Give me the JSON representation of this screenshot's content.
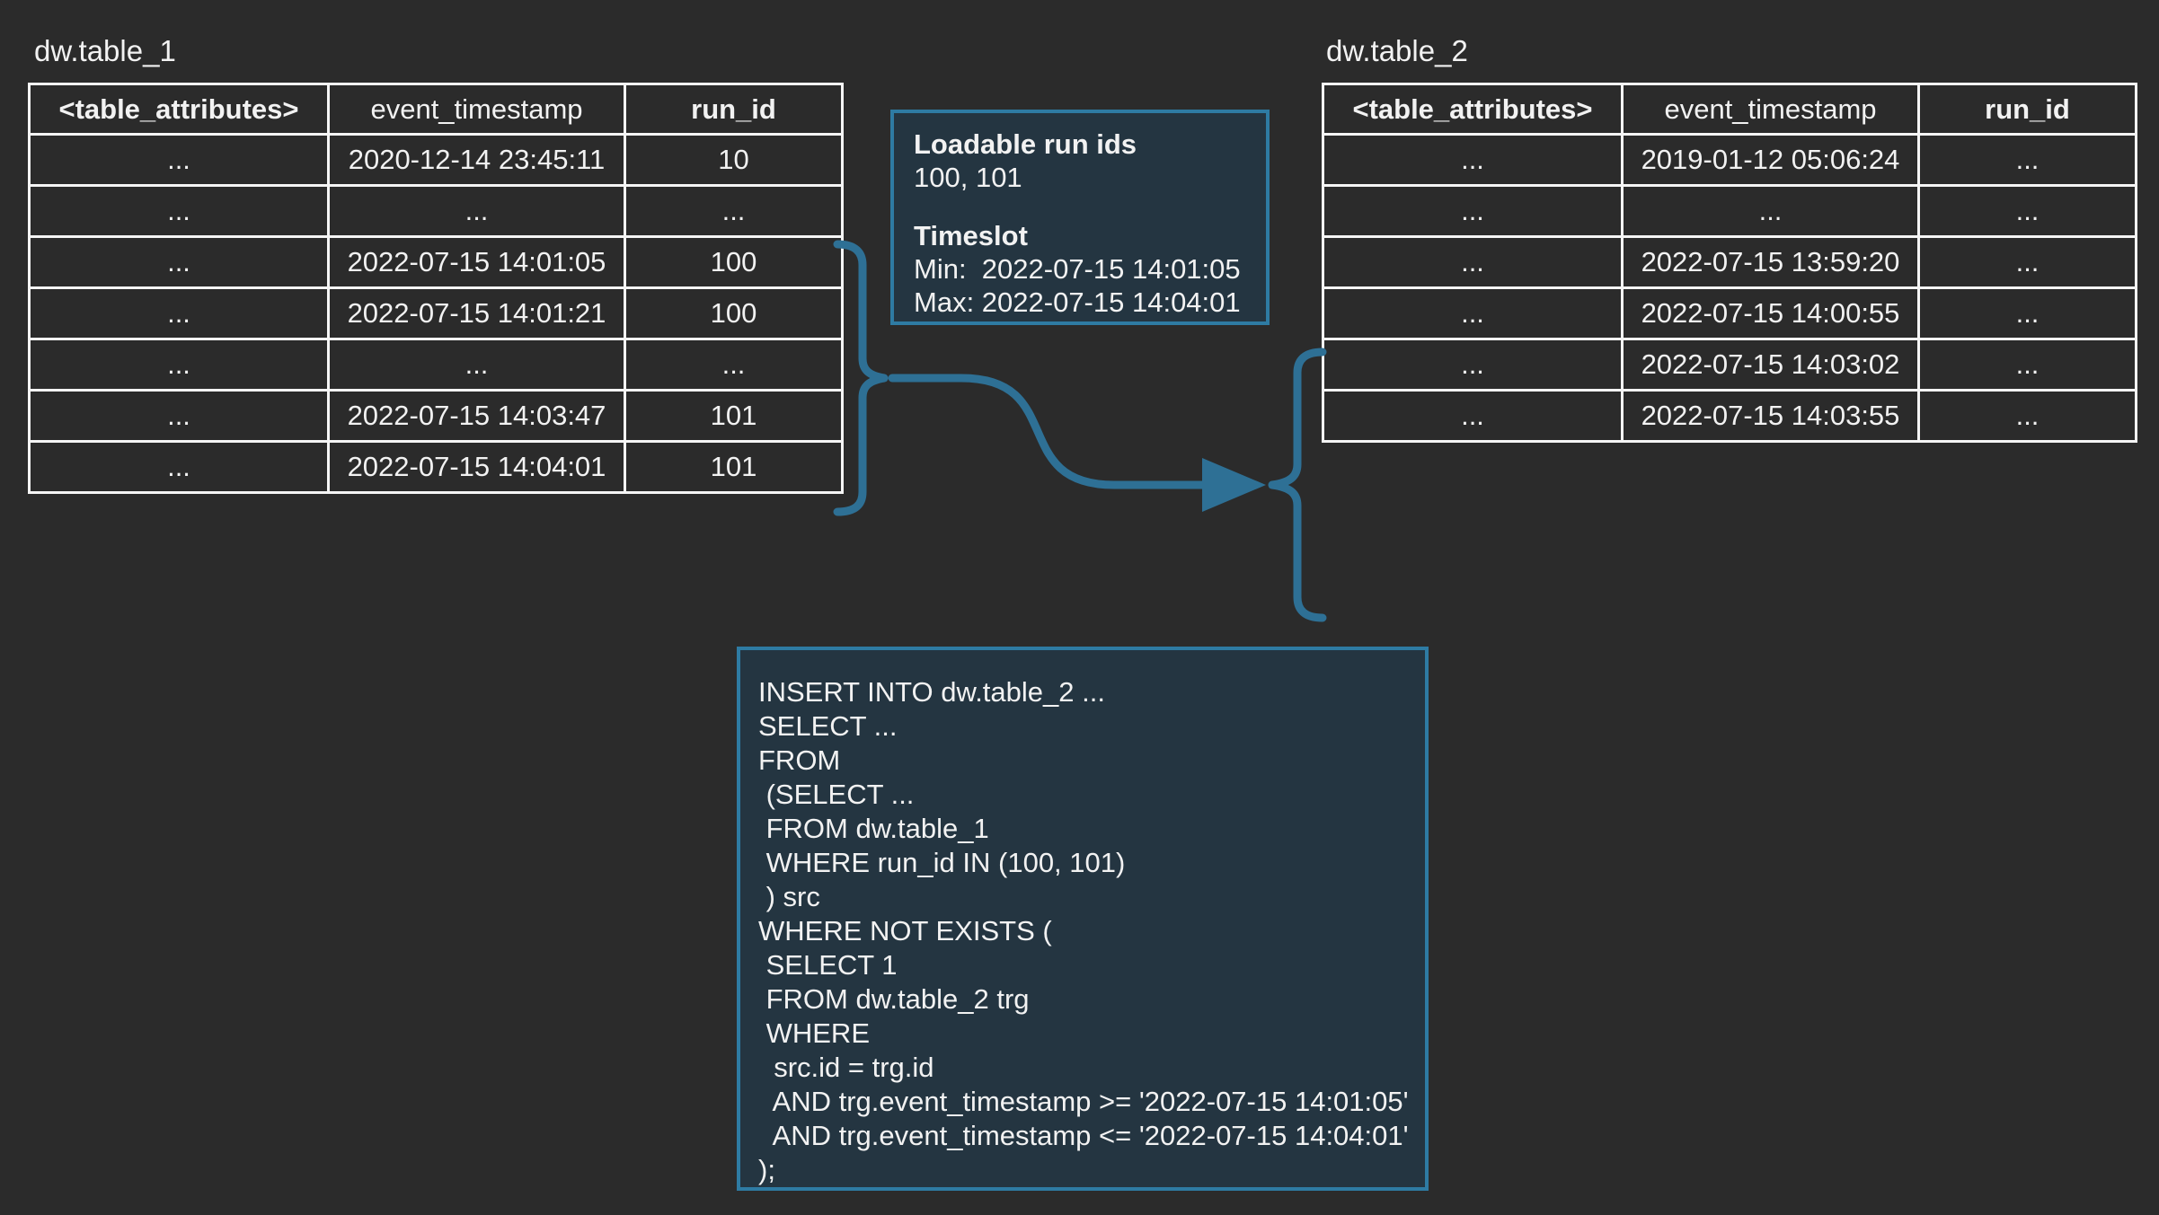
{
  "colors": {
    "page_bg": "#2b2b2b",
    "panel_bg": "#243541",
    "accent": "#2e7095",
    "panel_border": "#2e7ba3",
    "table_border": "#f5f5f5",
    "text": "#f2f2f2"
  },
  "table1": {
    "title": "dw.table_1",
    "headers": [
      "<table_attributes>",
      "event_timestamp",
      "run_id"
    ],
    "rows": [
      [
        "...",
        "2020-12-14 23:45:11",
        "10"
      ],
      [
        "...",
        "...",
        "..."
      ],
      [
        "...",
        "2022-07-15 14:01:05",
        "100"
      ],
      [
        "...",
        "2022-07-15 14:01:21",
        "100"
      ],
      [
        "...",
        "...",
        "..."
      ],
      [
        "...",
        "2022-07-15 14:03:47",
        "101"
      ],
      [
        "...",
        "2022-07-15 14:04:01",
        "101"
      ]
    ]
  },
  "table2": {
    "title": "dw.table_2",
    "headers": [
      "<table_attributes>",
      "event_timestamp",
      "run_id"
    ],
    "rows": [
      [
        "...",
        "2019-01-12 05:06:24",
        "..."
      ],
      [
        "...",
        "...",
        "..."
      ],
      [
        "...",
        "2022-07-15 13:59:20",
        "..."
      ],
      [
        "...",
        "2022-07-15 14:00:55",
        "..."
      ],
      [
        "...",
        "2022-07-15 14:03:02",
        "..."
      ],
      [
        "...",
        "2022-07-15 14:03:55",
        "..."
      ]
    ]
  },
  "info_box": {
    "title": "Loadable run ids",
    "run_ids": "100, 101",
    "timeslot_title": "Timeslot",
    "min_line": "Min:  2022-07-15 14:01:05",
    "max_line": "Max: 2022-07-15 14:04:01"
  },
  "sql_box": {
    "lines": [
      "INSERT INTO dw.table_2 ...",
      "SELECT ...",
      "FROM",
      " (SELECT ...",
      " FROM dw.table_1",
      " WHERE run_id IN (100, 101)",
      " ) src",
      "WHERE NOT EXISTS (",
      " SELECT 1",
      " FROM dw.table_2 trg",
      " WHERE",
      "  src.id = trg.id",
      "  AND trg.event_timestamp >= '2022-07-15 14:01:05'",
      "  AND trg.event_timestamp <= '2022-07-15 14:04:01'",
      ");"
    ]
  }
}
